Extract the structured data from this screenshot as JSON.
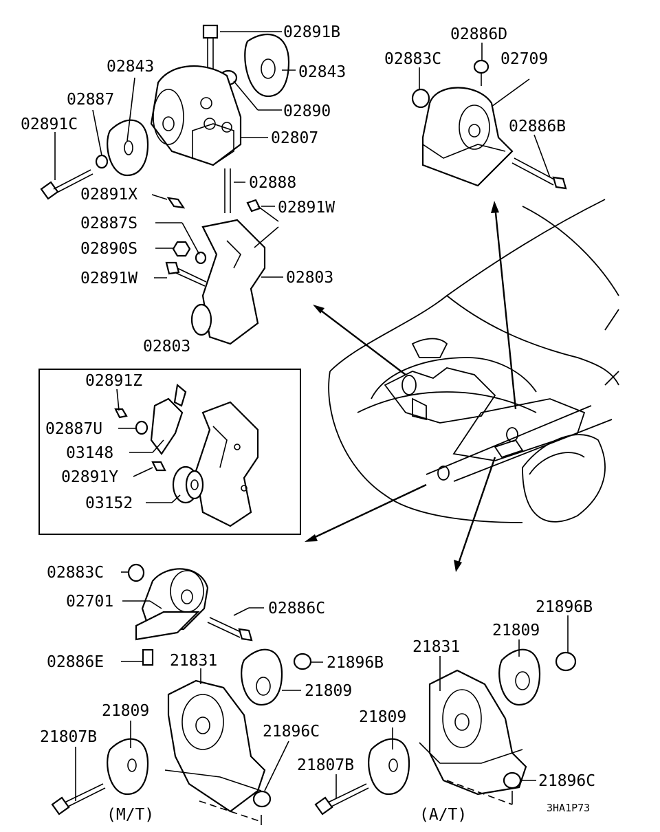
{
  "labels": {
    "l1": "02891B",
    "l2": "02843",
    "l3": "02843",
    "l4": "02887",
    "l5": "02891C",
    "l6": "02890",
    "l7": "02807",
    "l8": "02888",
    "l9": "02891X",
    "l10": "02891W",
    "l11": "02887S",
    "l12": "02890S",
    "l13": "02891W",
    "l14": "02803",
    "l15": "02886D",
    "l16": "02883C",
    "l17": "02709",
    "l18": "02886B",
    "l19": "02803",
    "l20": "02891Z",
    "l21": "02887U",
    "l22": "03148",
    "l23": "02891Y",
    "l24": "03152",
    "l25": "02883C",
    "l26": "02701",
    "l27": "02886C",
    "l28": "02886E",
    "l29": "21831",
    "l30": "21896B",
    "l31": "21809",
    "l32": "21809",
    "l33": "21896C",
    "l34": "21807B",
    "l35": "21807B",
    "l36": "21809",
    "l37": "21831",
    "l38": "21809",
    "l39": "21896B",
    "l40": "21896C"
  },
  "captions": {
    "mt": "(M/T)",
    "at": "(A/T)",
    "code": "3HA1P73"
  }
}
